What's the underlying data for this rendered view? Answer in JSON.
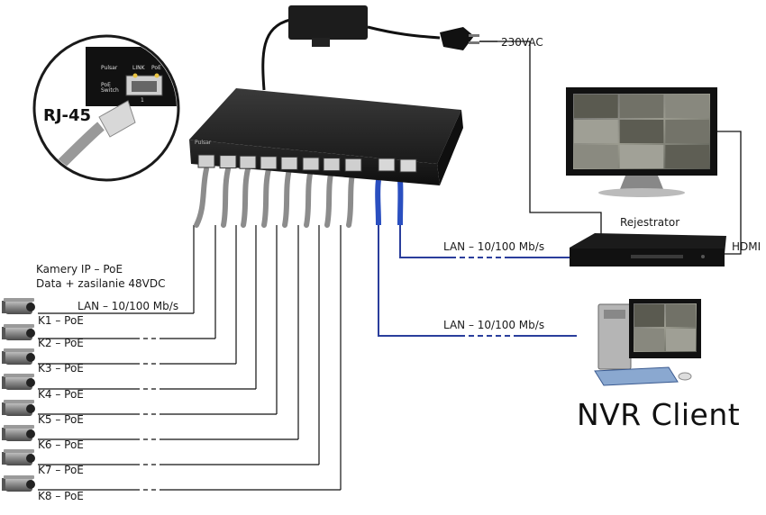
{
  "power": {
    "label": "230VAC"
  },
  "recorder": {
    "label": "Rejestrator",
    "hdmi_label": "HDMI"
  },
  "lan": {
    "recorder_label": "LAN – 10/100 Mb/s",
    "client_label": "LAN – 10/100 Mb/s",
    "cameras_label": "LAN – 10/100 Mb/s"
  },
  "cameras_group": {
    "line1": "Kamery IP – PoE",
    "line2": "Data + zasilanie 48VDC"
  },
  "cameras": [
    "K1 – PoE",
    "K2 – PoE",
    "K3 – PoE",
    "K4 – PoE",
    "K5 – PoE",
    "K6 – PoE",
    "K7 – PoE",
    "K8 – PoE"
  ],
  "inset": {
    "connector_label": "RJ-45",
    "brand": "Pulsar",
    "link_label": "LINK",
    "poe_label": "PoE",
    "switch_label": "PoE Switch",
    "port_number": "1"
  },
  "client": {
    "title": "NVR Client"
  },
  "colors": {
    "uplink": "#2a3e9c",
    "camera_cable": "#8c8c8c",
    "switch_body": "#1e1e1e"
  }
}
